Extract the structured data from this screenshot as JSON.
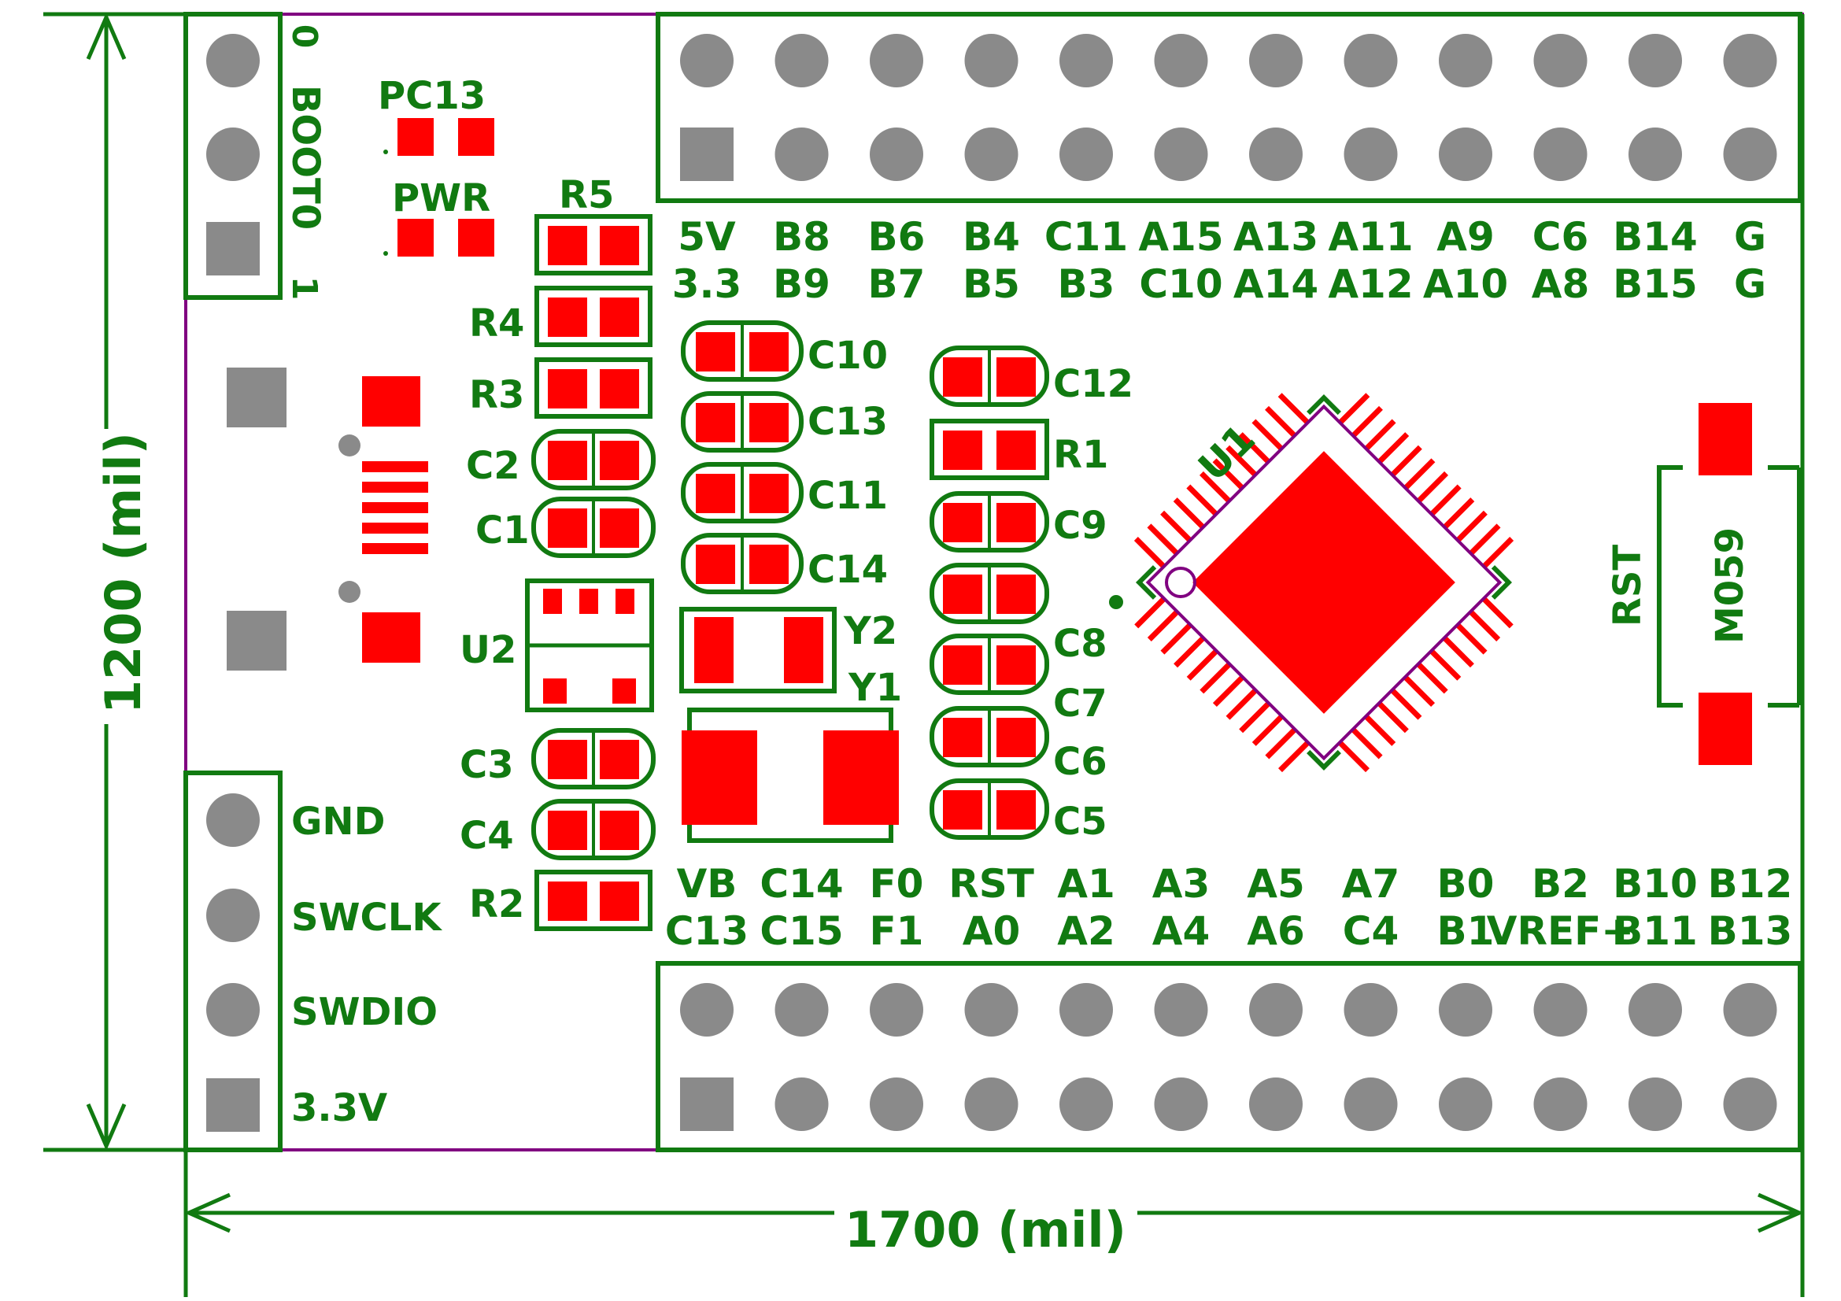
{
  "dimensions": {
    "width_label": "1700 (mil)",
    "height_label": "1200 (mil)"
  },
  "colors": {
    "silkscreen": "#117a11",
    "copper": "#ff0000",
    "through_hole": "#8a8a8a",
    "board_outline": "#800080",
    "chip_outline": "#800080"
  },
  "headers": {
    "top": {
      "row1": [
        "5V",
        "B8",
        "B6",
        "B4",
        "C11",
        "A15",
        "A13",
        "A11",
        "A9",
        "C6",
        "B14",
        "G"
      ],
      "row2": [
        "3.3",
        "B9",
        "B7",
        "B5",
        "B3",
        "C10",
        "A14",
        "A12",
        "A10",
        "A8",
        "B15",
        "G"
      ]
    },
    "bottom": {
      "row1": [
        "VB",
        "C14",
        "F0",
        "RST",
        "A1",
        "A3",
        "A5",
        "A7",
        "B0",
        "B2",
        "B10",
        "B12"
      ],
      "row2": [
        "C13",
        "C15",
        "F1",
        "A0",
        "A2",
        "A4",
        "A6",
        "C4",
        "B1",
        "VREF+",
        "B11",
        "B13"
      ]
    },
    "boot": {
      "label": "BOOT0",
      "pin_top": "0",
      "pin_bottom": "1"
    },
    "swd": [
      "GND",
      "SWCLK",
      "SWDIO",
      "3.3V"
    ]
  },
  "components": {
    "pc13": "PC13",
    "pwr": "PWR",
    "r5": "R5",
    "r4": "R4",
    "r3": "R3",
    "c2": "C2",
    "c1": "C1",
    "u2": "U2",
    "c3": "C3",
    "c4": "C4",
    "r2": "R2",
    "c10": "C10",
    "c13": "C13",
    "c11": "C11",
    "c14": "C14",
    "y2": "Y2",
    "y1": "Y1",
    "c12": "C12",
    "r1": "R1",
    "c9": "C9",
    "c8": "C8",
    "c7": "C7",
    "c6": "C6",
    "c5": "C5",
    "u1": "U1",
    "rst": "RST",
    "m059": "M059"
  }
}
